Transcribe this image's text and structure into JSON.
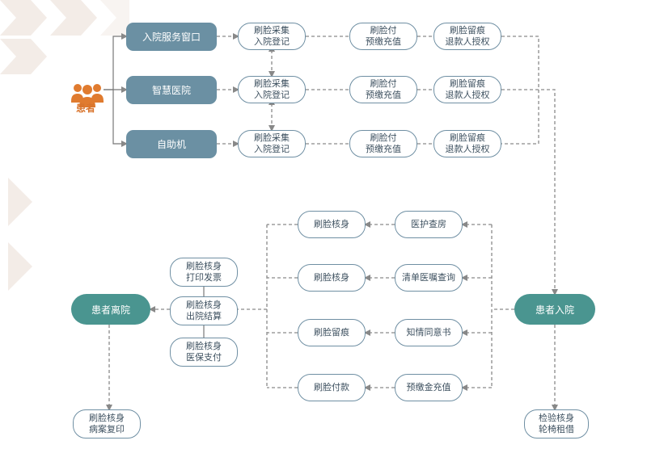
{
  "patient": {
    "label": "患者",
    "icon": "patients-icon",
    "color": "#e07b2f"
  },
  "entries": [
    "入院服务窗口",
    "智慧医院",
    "自助机"
  ],
  "rows": [
    [
      "刷脸采集\n入院登记",
      "刷脸付\n预缴充值",
      "刷脸留痕\n退款人授权"
    ],
    [
      "刷脸采集\n入院登记",
      "刷脸付\n预缴充值",
      "刷脸留痕\n退款人授权"
    ],
    [
      "刷脸采集\n入院登记",
      "刷脸付\n预缴充值",
      "刷脸留痕\n退款人授权"
    ]
  ],
  "admission": {
    "label": "患者入院",
    "below": "检验核身\n轮椅租借"
  },
  "services": [
    {
      "left": "刷脸核身",
      "right": "医护查房"
    },
    {
      "left": "刷脸核身",
      "right": "清单医嘱查询"
    },
    {
      "left": "刷脸留痕",
      "right": "知情同意书"
    },
    {
      "left": "刷脸付款",
      "right": "预缴金充值"
    }
  ],
  "discharge_steps": [
    "刷脸核身\n打印发票",
    "刷脸核身\n出院结算",
    "刷脸核身\n医保支付"
  ],
  "discharge": {
    "label": "患者离院",
    "below": "刷脸核身\n病案复印"
  },
  "colors": {
    "entry": "#6b90a3",
    "teal": "#4a9590",
    "border": "#6f8fa3",
    "line": "#888888",
    "accent": "#e07b2f"
  }
}
